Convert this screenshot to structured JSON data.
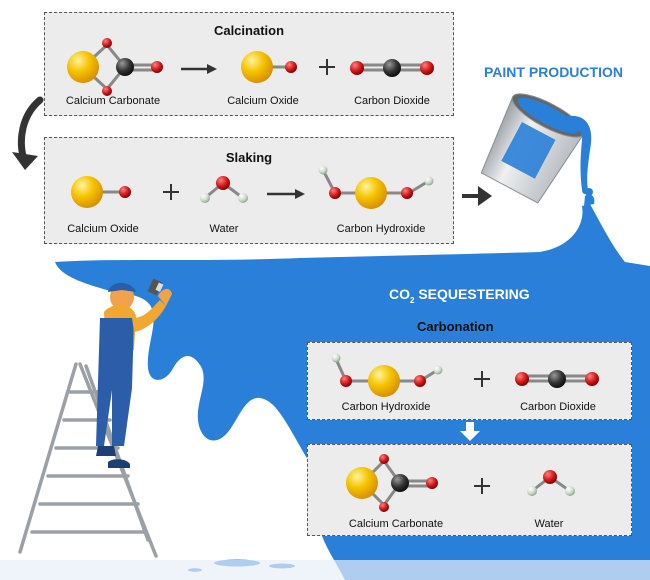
{
  "calcination": {
    "title": "Calcination",
    "reactant": "Calcium Carbonate",
    "product1": "Calcium Oxide",
    "product2": "Carbon Dioxide"
  },
  "slaking": {
    "title": "Slaking",
    "reactant1": "Calcium Oxide",
    "reactant2": "Water",
    "product": "Carbon Hydroxide"
  },
  "paint_production": "PAINT PRODUCTION",
  "sequestering": {
    "heading_prefix": "CO",
    "heading_sub": "2",
    "heading_suffix": " SEQUESTERING",
    "carbonation_title": "Carbonation",
    "reactant1": "Carbon Hydroxide",
    "reactant2": "Carbon Dioxide",
    "product1": "Calcium Carbonate",
    "product2": "Water"
  },
  "colors": {
    "paint_blue": "#2a80d8",
    "calcium": "#f5b800",
    "oxygen": "#d11a1a",
    "carbon": "#333333",
    "hydrogen": "#cfdccf"
  }
}
